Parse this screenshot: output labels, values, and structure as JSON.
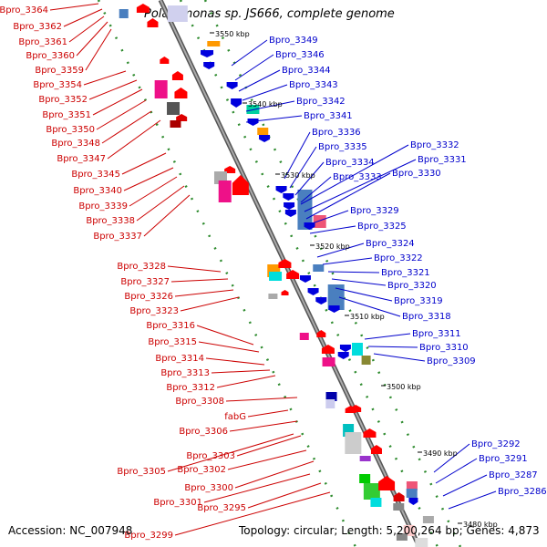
{
  "title": "Polaromonas sp. JS666, complete genome",
  "footer": {
    "accession": "Accession: NC_007948",
    "topology": "Topology: circular; Length: 5,200,264 bp; Genes: 4,873"
  },
  "colors": {
    "left_label": "#cc0000",
    "right_label": "#0000cc",
    "backbone": "#888888",
    "dots": "#2e8b2e"
  },
  "kbp_marks": [
    "3550 kbp",
    "3540 kbp",
    "3530 kbp",
    "3520 kbp",
    "3510 kbp",
    "3500 kbp",
    "3490 kbp",
    "3480 kbp"
  ],
  "left_labels": [
    "Bpro_3364",
    "Bpro_3362",
    "Bpro_3361",
    "Bpro_3360",
    "Bpro_3359",
    "Bpro_3354",
    "Bpro_3352",
    "Bpro_3351",
    "Bpro_3350",
    "Bpro_3348",
    "Bpro_3347",
    "Bpro_3345",
    "Bpro_3340",
    "Bpro_3339",
    "Bpro_3338",
    "Bpro_3337",
    "Bpro_3328",
    "Bpro_3327",
    "Bpro_3326",
    "Bpro_3323",
    "Bpro_3316",
    "Bpro_3315",
    "Bpro_3314",
    "Bpro_3313",
    "Bpro_3312",
    "Bpro_3308",
    "fabG",
    "Bpro_3306",
    "Bpro_3303",
    "Bpro_3305",
    "Bpro_3302",
    "Bpro_3300",
    "Bpro_3301",
    "Bpro_3295",
    "Bpro_3299"
  ],
  "right_labels": [
    "Bpro_3349",
    "Bpro_3346",
    "Bpro_3344",
    "Bpro_3343",
    "Bpro_3342",
    "Bpro_3341",
    "Bpro_3336",
    "Bpro_3335",
    "Bpro_3334",
    "Bpro_3333",
    "Bpro_3332",
    "Bpro_3331",
    "Bpro_3330",
    "Bpro_3329",
    "Bpro_3325",
    "Bpro_3324",
    "Bpro_3322",
    "Bpro_3321",
    "Bpro_3320",
    "Bpro_3319",
    "Bpro_3318",
    "Bpro_3311",
    "Bpro_3310",
    "Bpro_3309",
    "Bpro_3292",
    "Bpro_3291",
    "Bpro_3287",
    "Bpro_3286"
  ]
}
